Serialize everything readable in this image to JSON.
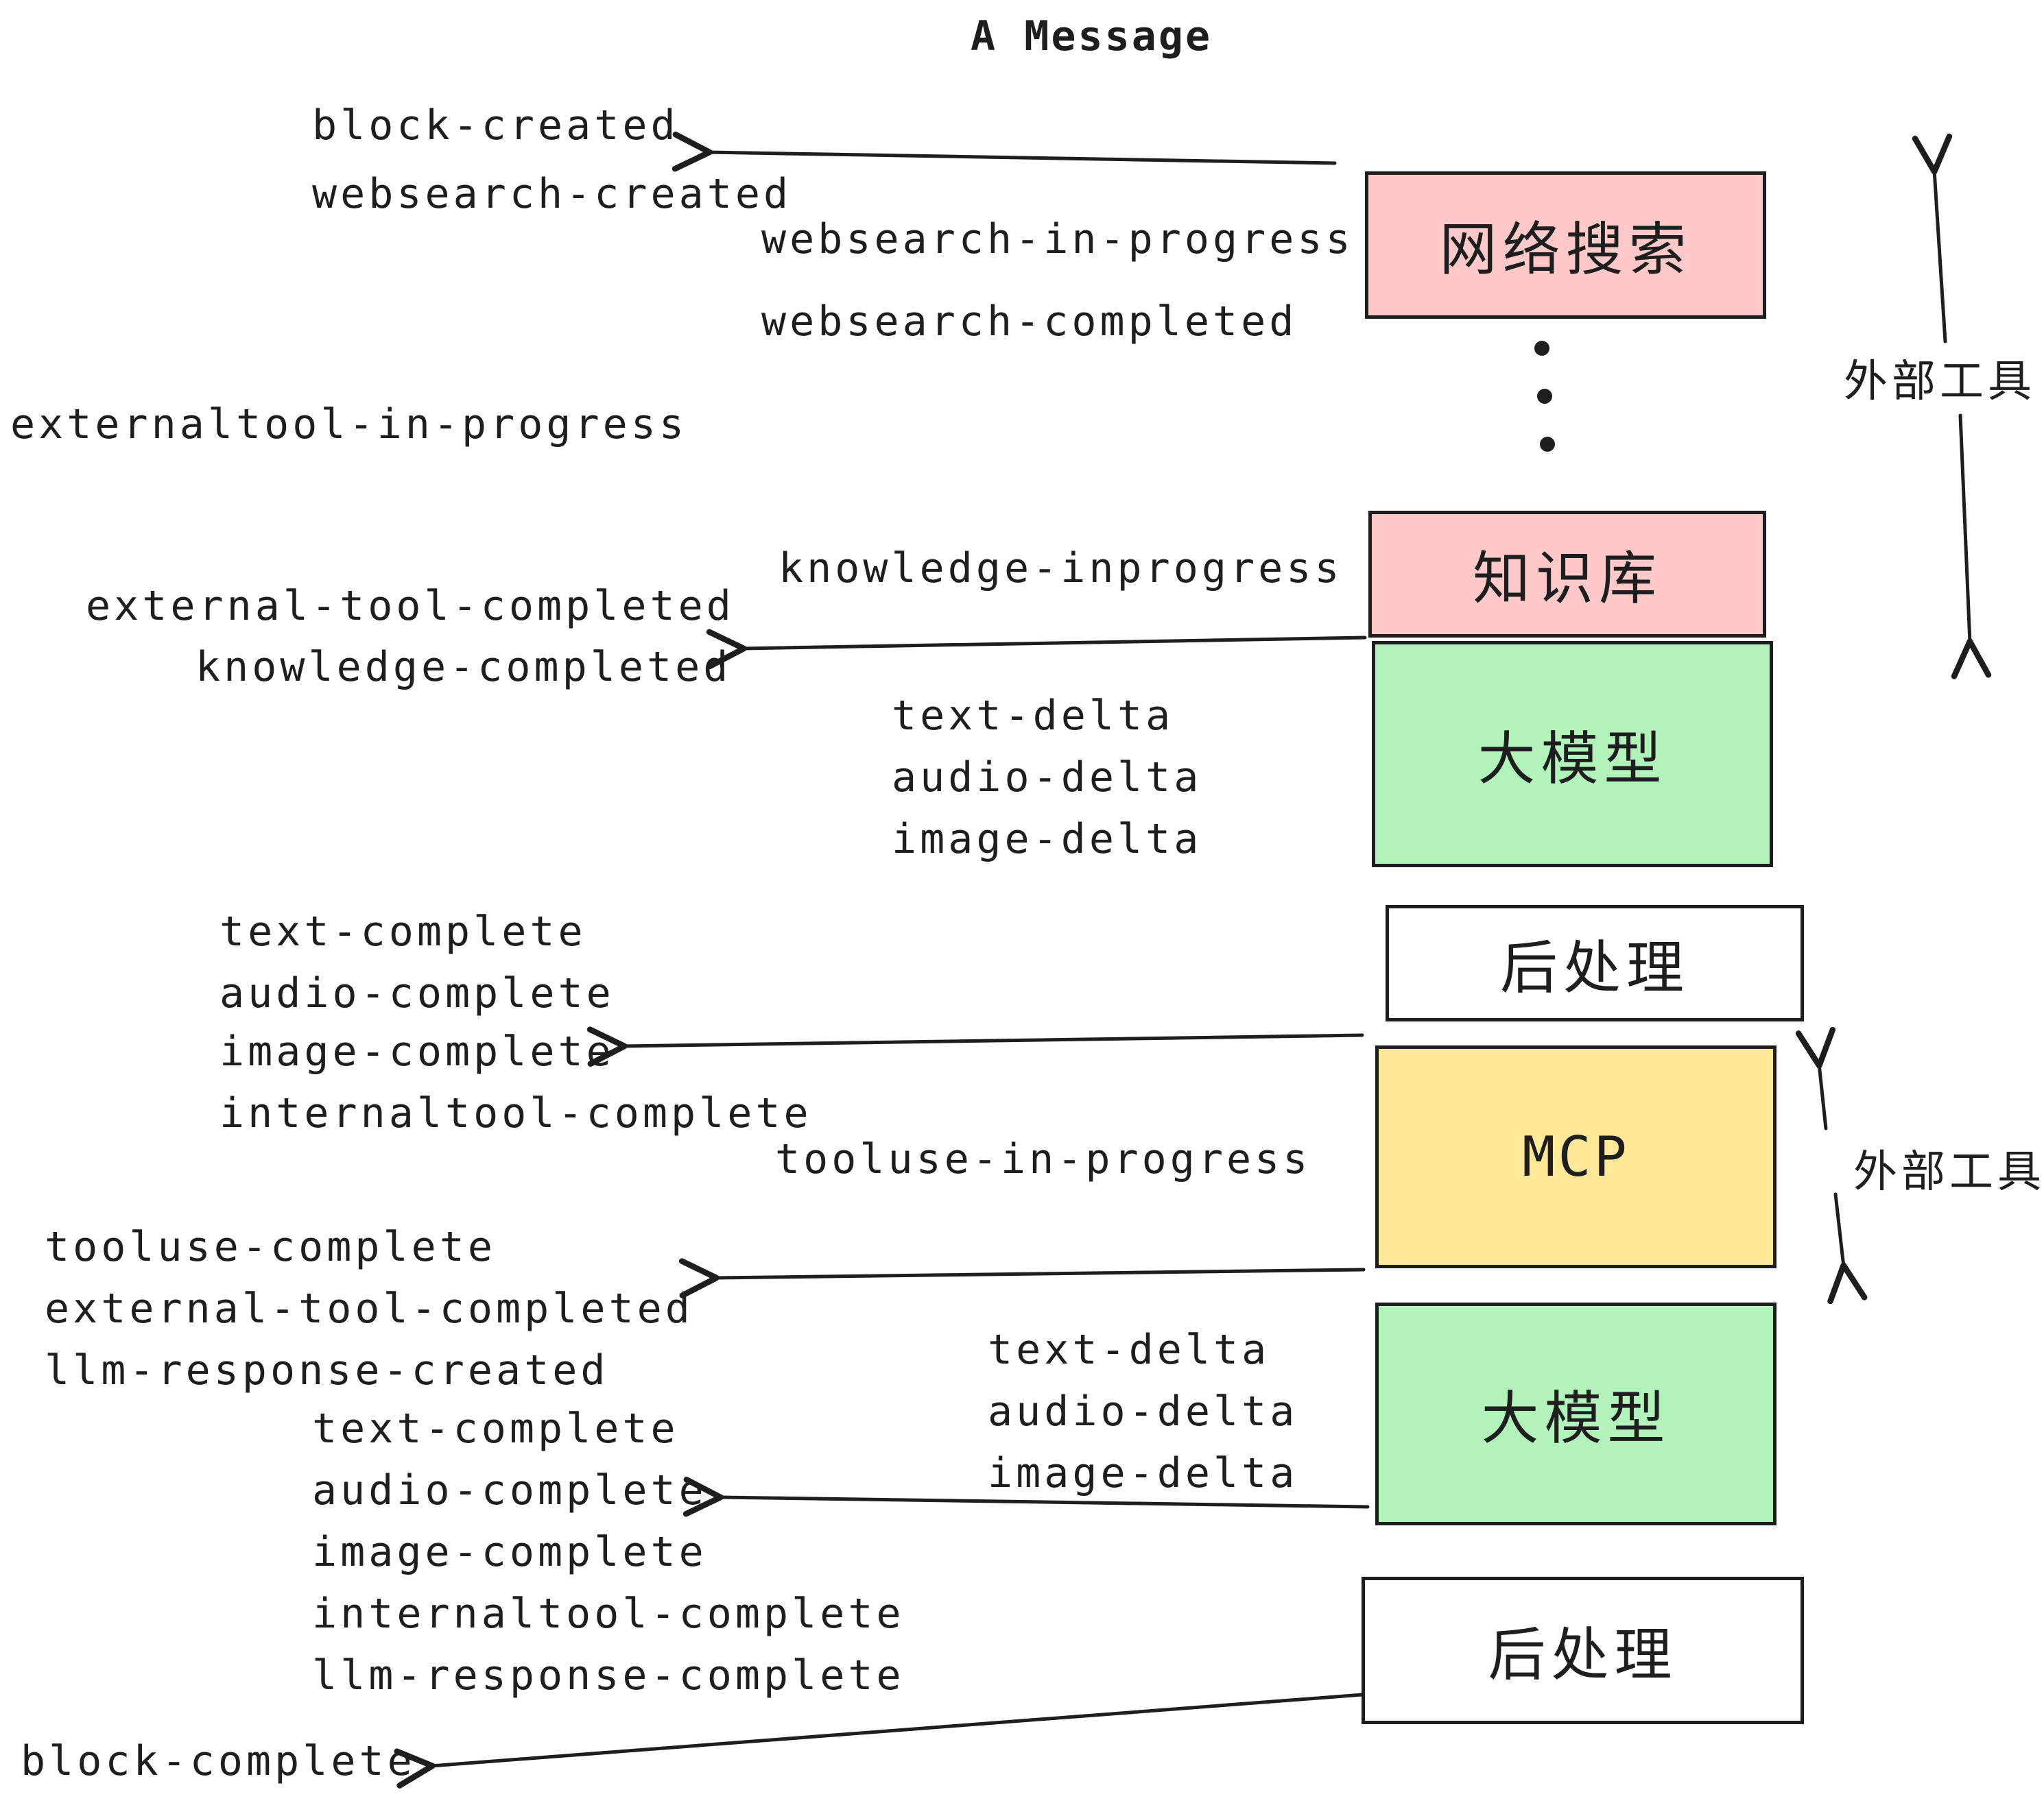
{
  "title": "A Message",
  "colors": {
    "pink": "#ffc9c9",
    "green": "#b2f2bb",
    "yellow": "#ffe999",
    "white": "#ffffff",
    "ink": "#1e1e1e"
  },
  "nodes": [
    {
      "id": "websearch",
      "label": "网络搜索",
      "fill": "#ffc9c9"
    },
    {
      "id": "knowledge",
      "label": "知识库",
      "fill": "#ffc9c9"
    },
    {
      "id": "llm-1",
      "label": "大模型",
      "fill": "#b2f2bb"
    },
    {
      "id": "postprocess-1",
      "label": "后处理",
      "fill": "#ffffff"
    },
    {
      "id": "mcp",
      "label": "MCP",
      "fill": "#ffe999"
    },
    {
      "id": "llm-2",
      "label": "大模型",
      "fill": "#b2f2bb"
    },
    {
      "id": "postprocess-2",
      "label": "后处理",
      "fill": "#ffffff"
    }
  ],
  "annotations": [
    {
      "label": "外部工具"
    },
    {
      "label": "外部工具"
    }
  ],
  "events": [
    {
      "text": "block-created"
    },
    {
      "text": "websearch-created"
    },
    {
      "text": "websearch-in-progress"
    },
    {
      "text": "websearch-completed"
    },
    {
      "text": "externaltool-in-progress"
    },
    {
      "text": "knowledge-inprogress"
    },
    {
      "text": "external-tool-completed"
    },
    {
      "text": "knowledge-completed"
    },
    {
      "text": "text-delta"
    },
    {
      "text": "audio-delta"
    },
    {
      "text": "image-delta"
    },
    {
      "text": "text-complete"
    },
    {
      "text": "audio-complete"
    },
    {
      "text": "image-complete"
    },
    {
      "text": "internaltool-complete"
    },
    {
      "text": "tooluse-in-progress"
    },
    {
      "text": "tooluse-complete"
    },
    {
      "text": "external-tool-completed"
    },
    {
      "text": "llm-response-created"
    },
    {
      "text": "text-delta"
    },
    {
      "text": "audio-delta"
    },
    {
      "text": "image-delta"
    },
    {
      "text": "text-complete"
    },
    {
      "text": "audio-complete"
    },
    {
      "text": "image-complete"
    },
    {
      "text": "internaltool-complete"
    },
    {
      "text": "llm-response-complete"
    },
    {
      "text": "block-complete"
    }
  ],
  "icons": {
    "connector_arrow": "left-open-arrowhead",
    "vertical_ellipsis": "three-dots"
  }
}
